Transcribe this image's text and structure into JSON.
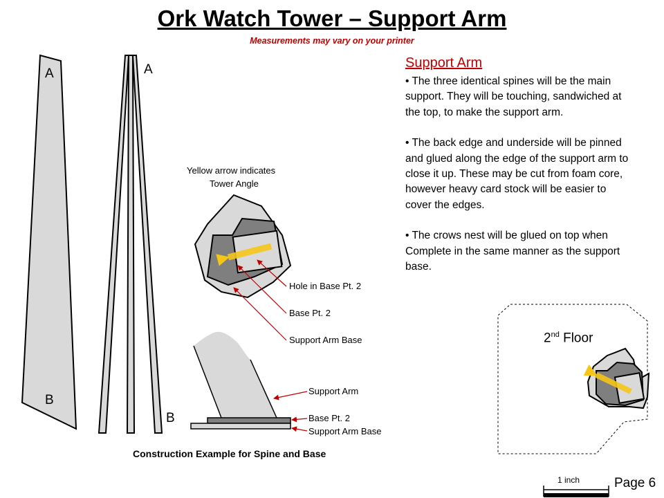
{
  "title": "Ork Watch Tower – Support Arm",
  "subtitle": "Measurements may vary on your printer",
  "section": {
    "heading": "Support Arm",
    "bullets": [
      "• The three identical spines will be the main support.  They will be touching, sandwiched at the top, to make the support arm.",
      "• The back edge and underside will be pinned and glued along the edge of the support arm to close it up. These may be cut from foam core, however heavy card stock will be easier to cover the edges.",
      "• The crows nest will be glued on top when Complete in the same manner as the support base."
    ]
  },
  "spine": {
    "label_top": "A",
    "label_bottom": "B"
  },
  "stack": {
    "label_top": "A",
    "label_bottom": "B"
  },
  "top_view": {
    "note_line1": "Yellow arrow indicates",
    "note_line2": "Tower Angle",
    "callouts": [
      "Hole in Base Pt. 2",
      "Base Pt. 2",
      "Support Arm Base"
    ]
  },
  "side_view": {
    "callouts": [
      "Support Arm",
      "Base Pt. 2",
      "Support Arm Base"
    ]
  },
  "caption": "Construction Example for Spine and Base",
  "floor": {
    "label_main": "2",
    "label_sup": "nd",
    "label_rest": " Floor"
  },
  "scale": {
    "label": "1 inch"
  },
  "page_label": "Page 6",
  "colors": {
    "accent_red": "#c00000",
    "arrow_yellow": "#f5c518",
    "light_gray": "#d9d9d9",
    "dark_gray": "#7f7f7f"
  }
}
